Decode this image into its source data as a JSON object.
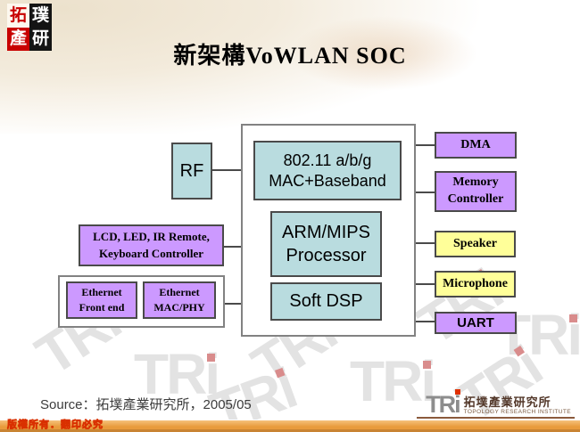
{
  "title": "新架構VoWLAN SOC",
  "seal_logo": {
    "cells": [
      {
        "char": "拓"
      },
      {
        "char": "璞"
      },
      {
        "char": "產"
      },
      {
        "char": "研"
      }
    ]
  },
  "diagram": {
    "rf": {
      "label": "RF"
    },
    "mac": {
      "line1": "802.11 a/b/g",
      "line2": "MAC+Baseband"
    },
    "arm": {
      "line1": "ARM/MIPS",
      "line2": "Processor"
    },
    "dsp": {
      "label": "Soft DSP"
    },
    "lcd": {
      "line1": "LCD, LED, IR Remote,",
      "line2": "Keyboard Controller"
    },
    "eth_front": {
      "line1": "Ethernet",
      "line2": "Front end"
    },
    "eth_mac": {
      "line1": "Ethernet",
      "line2": "MAC/PHY"
    },
    "dma": {
      "label": "DMA"
    },
    "memory": {
      "line1": "Memory",
      "line2": "Controller"
    },
    "speaker": {
      "label": "Speaker"
    },
    "microphone": {
      "label": "Microphone"
    },
    "uart": {
      "label": "UART"
    }
  },
  "watermark": {
    "text": "TR"
  },
  "footer": {
    "source": "Source：拓墣產業研究所，2005/05",
    "copyright": "版權所有．翻印必究"
  },
  "brand": {
    "tri": "TRi",
    "cn": "拓墣產業研究所",
    "en": "TOPOLOGY RESEARCH INSTITUTE"
  },
  "colors": {
    "cyan_box": "#b9dcdf",
    "purple_box": "#cc99ff",
    "yellow_box": "#ffff99",
    "box_border": "#4a4a4a",
    "container_border": "#828282",
    "bar_orange": "#e89b3c",
    "brand_red": "#c80000",
    "watermark_gray": "#e3e3e3"
  }
}
